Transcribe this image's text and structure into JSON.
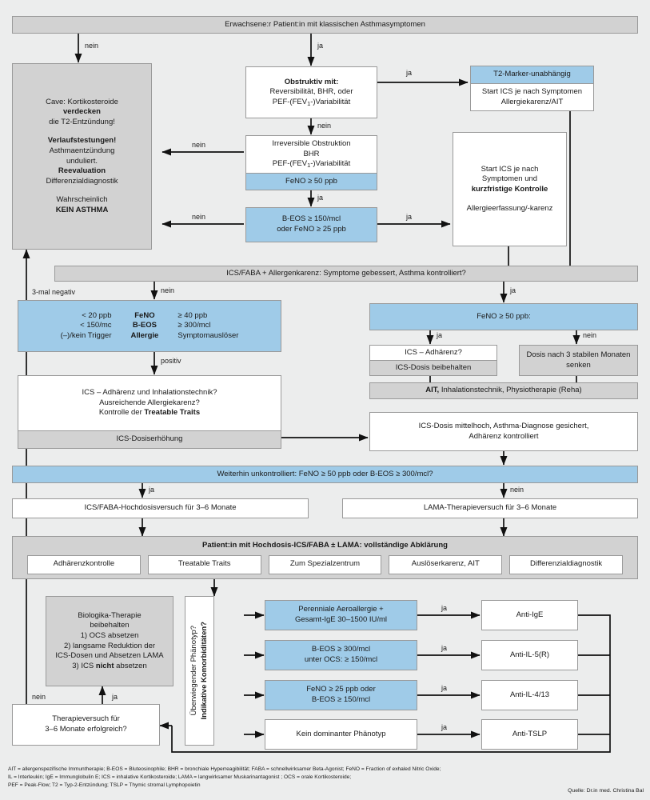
{
  "title": "Asthma-Algorithmus Flussdiagramm",
  "colors": {
    "background": "#eceded",
    "blue": "#9fcbe8",
    "gray": "#d2d2d2",
    "white": "#ffffff",
    "border": "#9a9a9a",
    "line": "#111111"
  },
  "nodes": {
    "start": "Erwachsene:r Patient:in mit klassischen Asthmasymptomen",
    "cave": {
      "l1": "Cave: Kortikosteroide",
      "l2": "verdecken",
      "l3": "die T2-Entzündung!",
      "l4": "Verlaufstestungen!",
      "l5": "Asthmaentzündung",
      "l6": "unduliert.",
      "l7": "Reevaluation",
      "l8": "Differenzialdiagnostik",
      "l9": "Wahrscheinlich",
      "l10": "KEIN ASTHMA"
    },
    "obstruktiv": {
      "l1": "Obstruktiv mit:",
      "l2": "Reversibilität, BHR, oder",
      "l3a": "PEF-(FEV",
      "l3b": "1",
      "l3c": "-)Variabilität"
    },
    "t2marker": {
      "head": "T2-Marker-unabhängig",
      "l1": "Start ICS je nach Symptomen",
      "l2": "Allergiekarenz/AIT"
    },
    "irreversible": {
      "l1": "Irreversible Obstruktion",
      "l2": "BHR",
      "l3a": "PEF-(FEV",
      "l3b": "1",
      "l3c": "-)Variabilität",
      "feno": "FeNO ≥ 50 ppb"
    },
    "startics2": {
      "l1": "Start ICS je nach",
      "l2": "Symptomen und",
      "l3": "kurzfristige Kontrolle",
      "l4": "Allergieerfassung/-karenz"
    },
    "beos": {
      "l1": "B-EOS ≥ 150/mcl",
      "l2": "oder FeNO ≥ 25 ppb"
    },
    "icsfaba_bar": "ICS/FABA + Allergenkarenz: Symptome gebessert, Asthma kontrolliert?",
    "triple": {
      "c1l1": "< 20 ppb",
      "c1l2": "< 150/mc",
      "c1l3": "(–)/kein Trigger",
      "c2l1": "FeNO",
      "c2l2": "B-EOS",
      "c2l3": "Allergie",
      "c3l1": "≥ 40 ppb",
      "c3l2": "≥ 300/mcl",
      "c3l3": "Symptomauslöser"
    },
    "adhaerenz": {
      "l1": "ICS – Adhärenz und Inhalationstechnik?",
      "l2": "Ausreichende Allergiekarenz?",
      "l3a": "Kontrolle der ",
      "l3b": "Treatable Traits",
      "foot": "ICS-Dosiserhöhung"
    },
    "feno50": "FeNO ≥ 50 ppb:",
    "icsadh": {
      "top": "ICS – Adhärenz?",
      "bottom": "ICS-Dosis beibehalten"
    },
    "dosis_senken": {
      "l1": "Dosis nach 3 stabilen Monaten",
      "l2": "senken"
    },
    "ait_bar": {
      "bold": "AIT,",
      "rest": " Inhalationstechnik, Physiotherapie (Reha)"
    },
    "ics_mittelhoch": {
      "l1": "ICS-Dosis mittelhoch, Asthma-Diagnose gesichert,",
      "l2": "Adhärenz kontrolliert"
    },
    "weiterhin": "Weiterhin unkontrolliert: FeNO ≥ 50 ppb oder B-EOS ≥ 300/mcl?",
    "hochdosis": "ICS/FABA-Hochdosisversuch für 3–6 Monate",
    "lama": "LAMA-Therapieversuch für 3–6 Monate",
    "panel_title": "Patient:in mit Hochdosis-ICS/FABA ± LAMA: vollständige Abklärung",
    "panel_items": [
      "Adhärenzkontrolle",
      "Treatable Traits",
      "Zum Spezialzentrum",
      "Auslöserkarenz, AIT",
      "Differenzialdiagnostik"
    ],
    "biologika": {
      "l1": "Biologika-Therapie",
      "l2": "beibehalten",
      "l3": "1) OCS absetzen",
      "l4": "2) langsame Reduktion der",
      "l5": "ICS-Dosen und Absetzen LAMA",
      "l6a": "3) ICS ",
      "l6b": "nicht",
      "l6c": " absetzen"
    },
    "therapieversuch": {
      "l1": "Therapieversuch für",
      "l2": "3–6 Monate erfolgreich?"
    },
    "phenotype_vertical": {
      "l1": "Überwiegender Phänotyp?",
      "l2": "Indikative Komorbiditäten?"
    },
    "phenotypes": [
      {
        "l1": "Perenniale Aeroallergie +",
        "l2": "Gesamt-IgE 30–1500 IU/ml",
        "style": "blue",
        "target": "Anti-IgE"
      },
      {
        "l1": "B-EOS ≥ 300/mcl",
        "l2": "unter OCS: ≥ 150/mcl",
        "style": "blue",
        "target": "Anti-IL-5(R)"
      },
      {
        "l1": "FeNO ≥ 25 ppb oder",
        "l2": "B-EOS ≥ 150/mcl",
        "style": "blue",
        "target": "Anti-IL-4/13"
      },
      {
        "l1": "Kein dominanter Phänotyp",
        "l2": "",
        "style": "white",
        "target": "Anti-TSLP"
      }
    ]
  },
  "edge_labels": {
    "nein": "nein",
    "ja": "ja",
    "positiv": "positiv",
    "dreimal": "3-mal negativ"
  },
  "footer": {
    "line1": "AIT = allergenspezifische Immuntherapie; B-EOS = Bluteosinophile; BHR = bronchiale Hyperreagibilität; FABA = schnellwirksamer Beta-Agonist; FeNO = Fraction of exhaled Nitric Oxide;",
    "line2": "IL = Interleukin; IgE = Immunglobulin E; ICS = inhalative Kortikosteroide; LAMA = langwirksamer Muskarinantagonist ; OCS = orale Kortikosteroide;",
    "line3": "PEF = Peak-Flow; T2 = Typ-2-Entzündung; TSLP = Thymic stromal Lymphopoietin"
  },
  "source": "Quelle: Dr.in med. Christina Bal"
}
